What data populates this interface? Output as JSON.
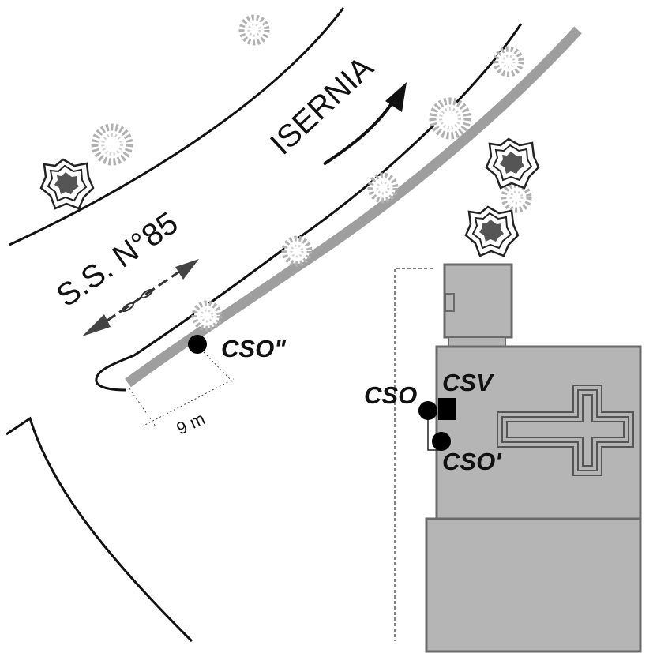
{
  "labels": {
    "road_name": "S.S. N°85",
    "direction_town": "ISERNIA",
    "distance": "9 m",
    "point_cso_main": "CSO",
    "point_cso_prime": "CSO'",
    "point_cso_double_prime": "CSO\"",
    "point_csv": "CSV"
  },
  "colors": {
    "line": "#111111",
    "track": "#9e9e9e",
    "building_fill": "#b5b5b5",
    "building_stroke": "#6a6a6a",
    "cross_stroke": "#555555",
    "tree_light": "#c9c9c9",
    "tree_dark": "#5a5a5a"
  },
  "icons": [
    "tree-icon",
    "shrub-icon",
    "direction-arrow-icon",
    "double-arrow-icon",
    "cross-symbol-icon"
  ]
}
